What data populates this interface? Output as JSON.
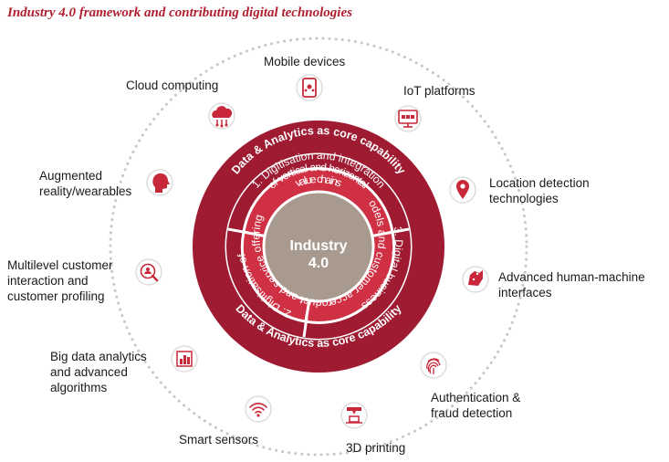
{
  "title": "Industry 4.0 framework and contributing digital technologies",
  "center": {
    "line1": "Industry",
    "line2": "4.0"
  },
  "core_capability": {
    "top": "Data & Analytics as core capability",
    "bottom": "Data & Analytics as core capability"
  },
  "segments": [
    {
      "line1": "1. Digitisation and integration",
      "line2": "of vertical and horizontal",
      "line3": "value chains"
    },
    {
      "line1": "2. Digitisation of",
      "line2": "product and service offerings"
    },
    {
      "line1": "3. Digital business",
      "line2": "models and customer access"
    }
  ],
  "technologies": [
    {
      "label": "Mobile devices",
      "icon": "mobile-icon"
    },
    {
      "label": "IoT platforms",
      "icon": "iot-platform-icon"
    },
    {
      "label": "Location detection\ntechnologies",
      "icon": "location-pin-icon"
    },
    {
      "label": "Advanced human-machine\ninterfaces",
      "icon": "hand-interface-icon"
    },
    {
      "label": "Authentication &\nfraud detection",
      "icon": "fingerprint-icon"
    },
    {
      "label": "3D printing",
      "icon": "3d-printer-icon"
    },
    {
      "label": "Smart sensors",
      "icon": "sensor-waves-icon"
    },
    {
      "label": "Big data analytics\nand advanced\nalgorithms",
      "icon": "data-analytics-icon"
    },
    {
      "label": "Multilevel customer\ninteraction and\ncustomer profiling",
      "icon": "customer-profile-icon"
    },
    {
      "label": "Augmented\nreality/wearables",
      "icon": "head-profile-icon"
    },
    {
      "label": "Cloud computing",
      "icon": "cloud-icon"
    }
  ],
  "colors": {
    "title": "#b01f30",
    "outer_ring": "#9e1b32",
    "segments": "#cf3043",
    "center": "#a99a8f",
    "icon": "#c8283a",
    "dotted_ring": "#c7c7c7"
  }
}
